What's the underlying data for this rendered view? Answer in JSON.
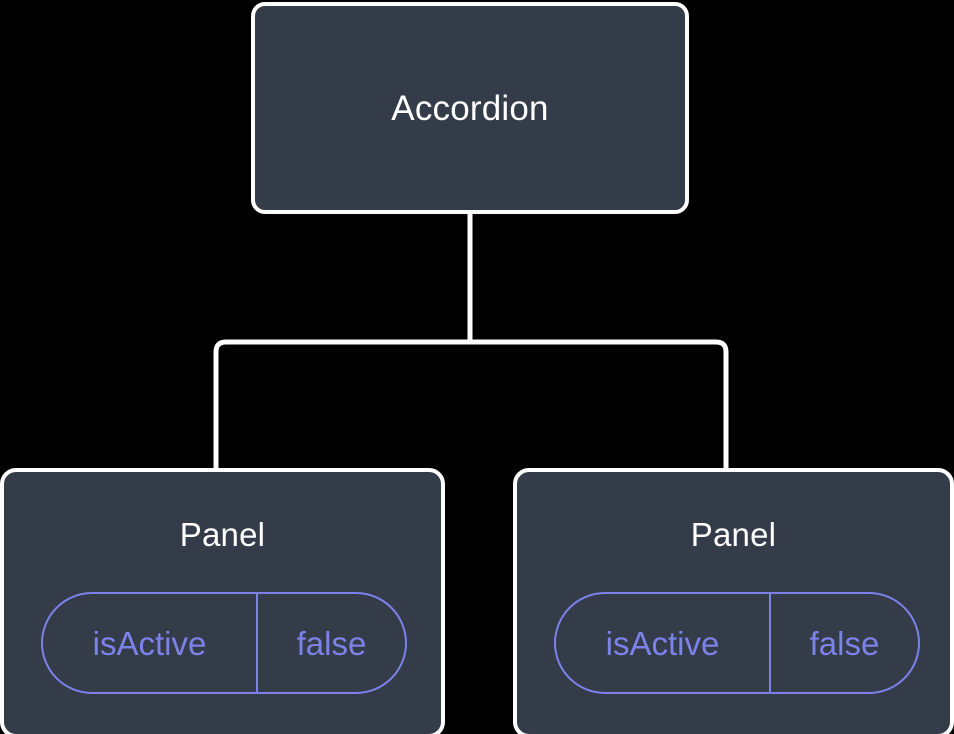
{
  "diagram": {
    "title_text": "Accordion",
    "background_color": "#000000",
    "node_fill_color": "#343b49",
    "node_border_color": "#ffffff",
    "prop_accent_color": "#7c83e8",
    "edge_color": "#ffffff"
  },
  "root": {
    "label": "Accordion"
  },
  "children": [
    {
      "label": "Panel",
      "prop": {
        "key": "isActive",
        "value": "false"
      }
    },
    {
      "label": "Panel",
      "prop": {
        "key": "isActive",
        "value": "false"
      }
    }
  ]
}
